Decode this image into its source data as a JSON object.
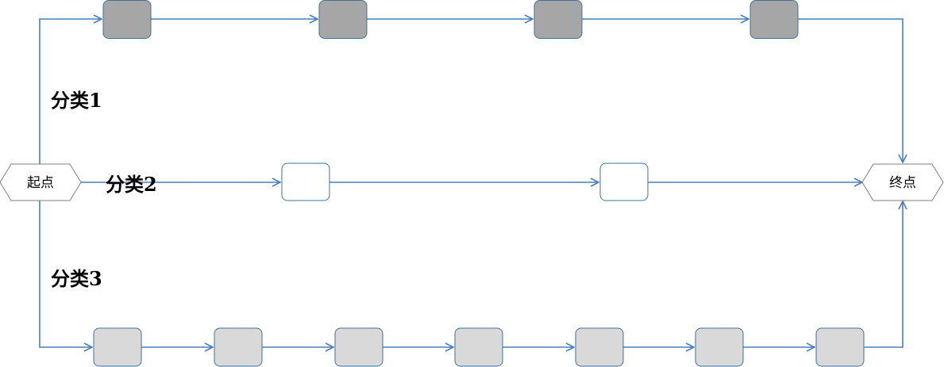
{
  "colors": {
    "line": "#4a7ebb",
    "box_border": "#41719c",
    "path1_fill": "#a6a6a6",
    "path2_fill": "#ffffff",
    "path3_fill": "#d9d9d9",
    "terminal_border": "#7f7f7f"
  },
  "start_label": "起点",
  "end_label": "终点",
  "paths": [
    {
      "label": "分类1",
      "step_count": 4
    },
    {
      "label": "分类2",
      "step_count": 2
    },
    {
      "label": "分类3",
      "step_count": 7
    }
  ]
}
